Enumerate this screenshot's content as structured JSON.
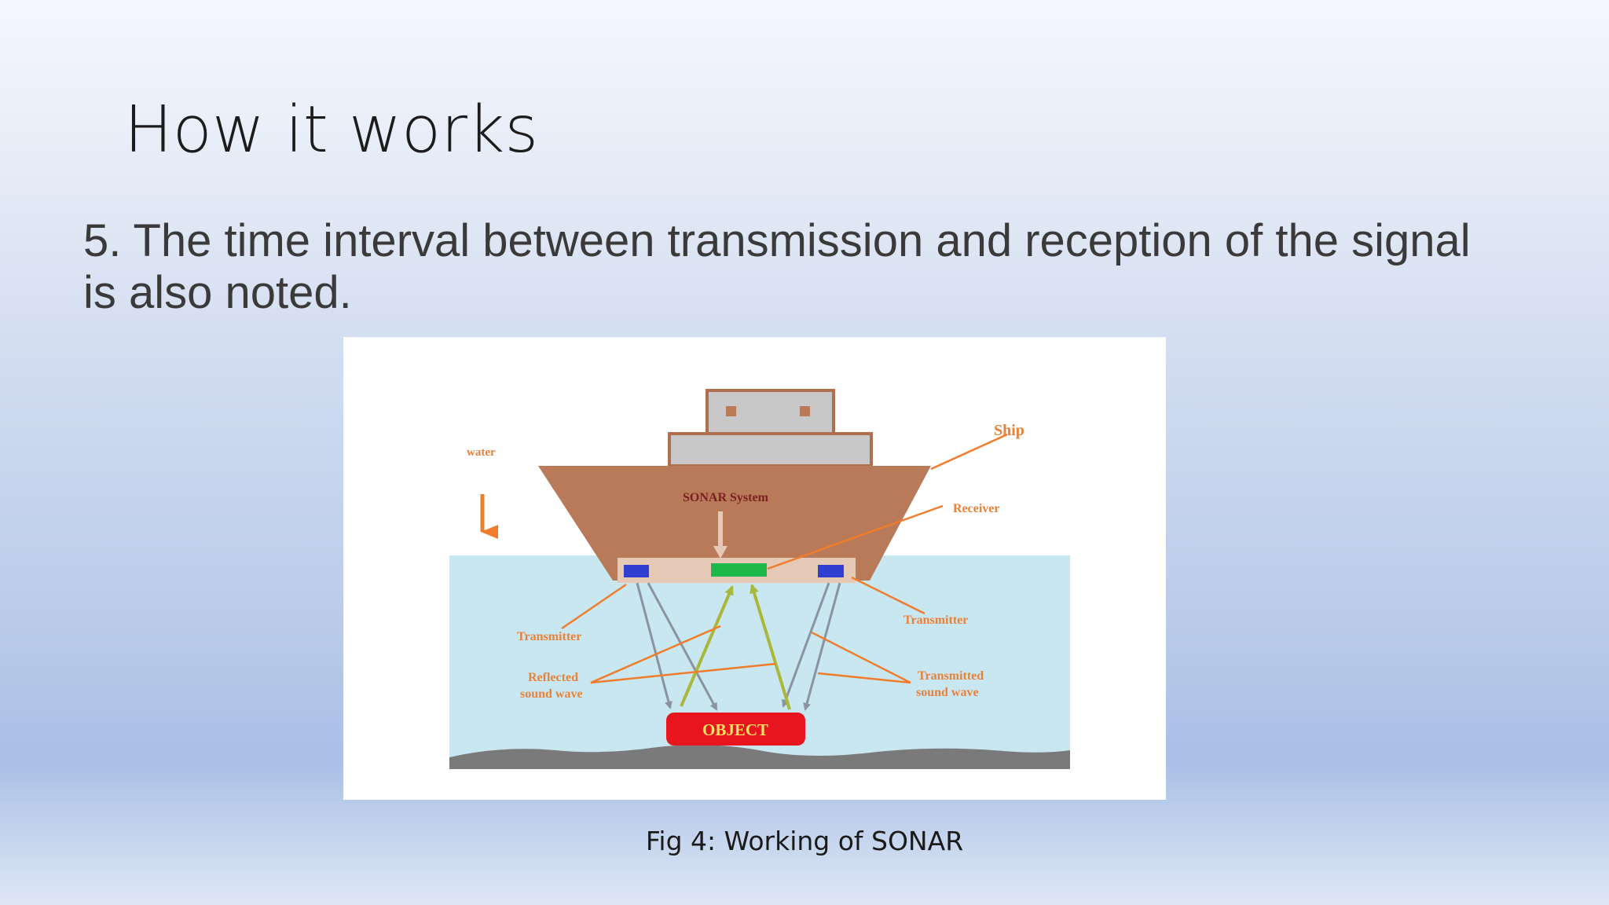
{
  "slide": {
    "title": "How it works",
    "body": "5. The time interval between transmission and reception of the signal is also noted.",
    "caption": "Fig 4: Working of SONAR"
  },
  "diagram": {
    "labels": {
      "water": "water",
      "ship": "Ship",
      "sonar_system": "SONAR System",
      "receiver": "Receiver",
      "transmitter_left": "Transmitter",
      "transmitter_right": "Transmitter",
      "reflected_line1": "Reflected",
      "reflected_line2": "sound wave",
      "transmitted_line1": "Transmitted",
      "transmitted_line2": "sound wave",
      "object": "OBJECT"
    },
    "colors": {
      "water": "#c9e7f0",
      "hull": "#b87a58",
      "cabin": "#c8c8c8",
      "seabed": "#7a7a7a",
      "object": "#e8141e",
      "object_text": "#ffe066",
      "label": "#e8823a",
      "transmitter": "#2f3fcf",
      "receiver": "#1db84a",
      "transmitted_wave": "#8a93a0",
      "reflected_wave": "#a9b83a"
    }
  }
}
